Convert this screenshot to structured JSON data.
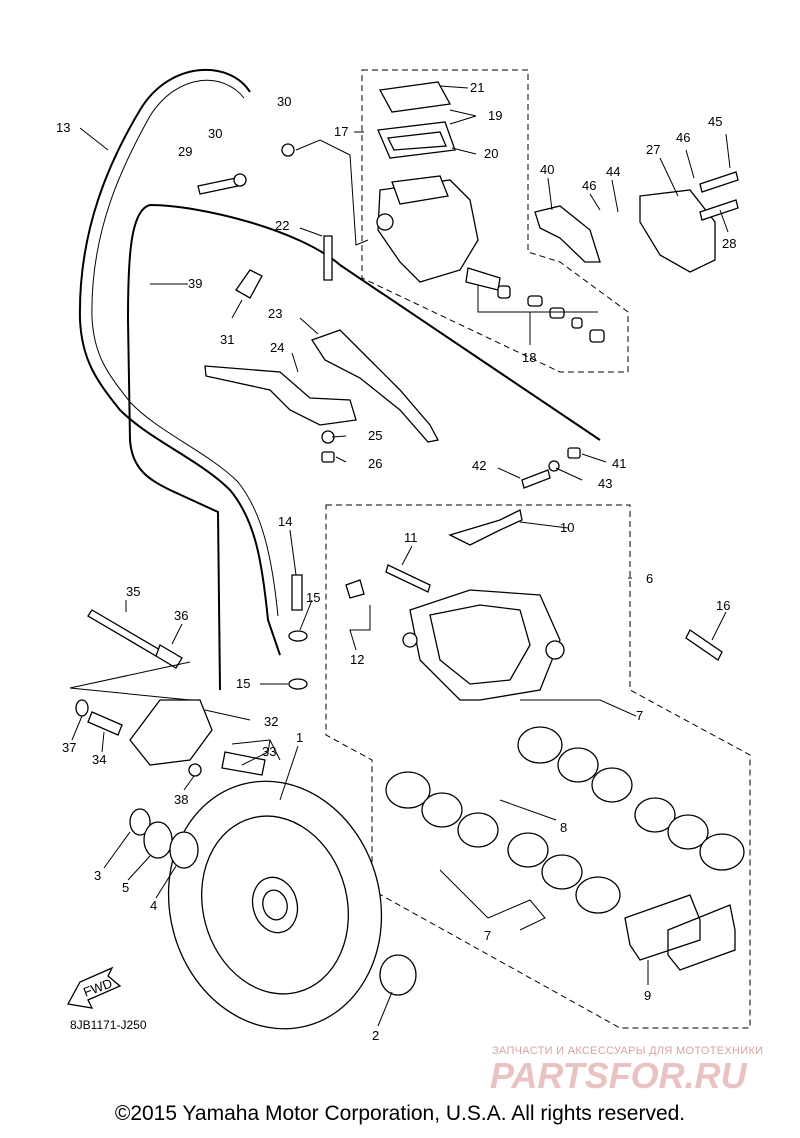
{
  "callouts": [
    "1",
    "2",
    "3",
    "4",
    "5",
    "6",
    "7",
    "8",
    "9",
    "10",
    "11",
    "12",
    "13",
    "14",
    "15",
    "16",
    "17",
    "18",
    "19",
    "20",
    "21",
    "22",
    "23",
    "24",
    "25",
    "26",
    "27",
    "28",
    "29",
    "30",
    "31",
    "32",
    "33",
    "34",
    "35",
    "36",
    "37",
    "38",
    "39",
    "40",
    "41",
    "42",
    "43",
    "44",
    "45",
    "46"
  ],
  "labels": {
    "n1": "1",
    "n2": "2",
    "n3": "3",
    "n4": "4",
    "n5": "5",
    "n6": "6",
    "n7a": "7",
    "n7b": "7",
    "n8": "8",
    "n9": "9",
    "n10": "10",
    "n11": "11",
    "n12": "12",
    "n13": "13",
    "n14": "14",
    "n15a": "15",
    "n15b": "15",
    "n16": "16",
    "n17": "17",
    "n18": "18",
    "n19": "19",
    "n20": "20",
    "n21": "21",
    "n22": "22",
    "n23": "23",
    "n24": "24",
    "n25": "25",
    "n26": "26",
    "n27": "27",
    "n28": "28",
    "n29": "29",
    "n30a": "30",
    "n30b": "30",
    "n31": "31",
    "n32": "32",
    "n33": "33",
    "n34": "34",
    "n35": "35",
    "n36": "36",
    "n37": "37",
    "n38": "38",
    "n39": "39",
    "n40": "40",
    "n41": "41",
    "n42": "42",
    "n43": "43",
    "n44": "44",
    "n45": "45",
    "n46a": "46",
    "n46b": "46"
  },
  "fwd_label": "FWD",
  "diagram_code": "8JB1171-J250",
  "watermark_subtitle": "ЗАПЧАСТИ И АКСЕССУАРЫ ДЛЯ МОТОТЕХНИКИ",
  "watermark_logo": "PARTSFOR.RU",
  "copyright": "©2015 Yamaha Motor Corporation, U.S.A. All rights reserved.",
  "colors": {
    "ink": "#000000",
    "watermark": "#d9a3a3",
    "background": "#ffffff"
  }
}
